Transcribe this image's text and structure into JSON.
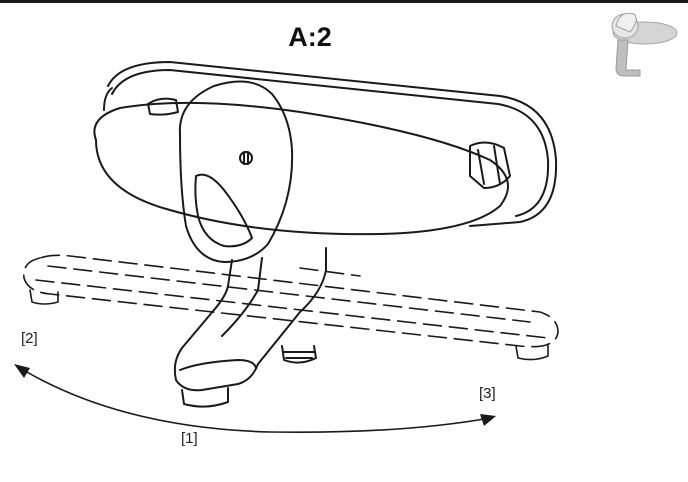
{
  "header": {
    "title": "A:2"
  },
  "callouts": {
    "one": "[1]",
    "two": "[2]",
    "three": "[3]"
  },
  "thumbnail": {
    "icon": "faucet-thumbnail-icon"
  },
  "colors": {
    "line": "#1a1a1a",
    "thumbnail_fill": "#c8c8c8",
    "background": "#ffffff"
  }
}
